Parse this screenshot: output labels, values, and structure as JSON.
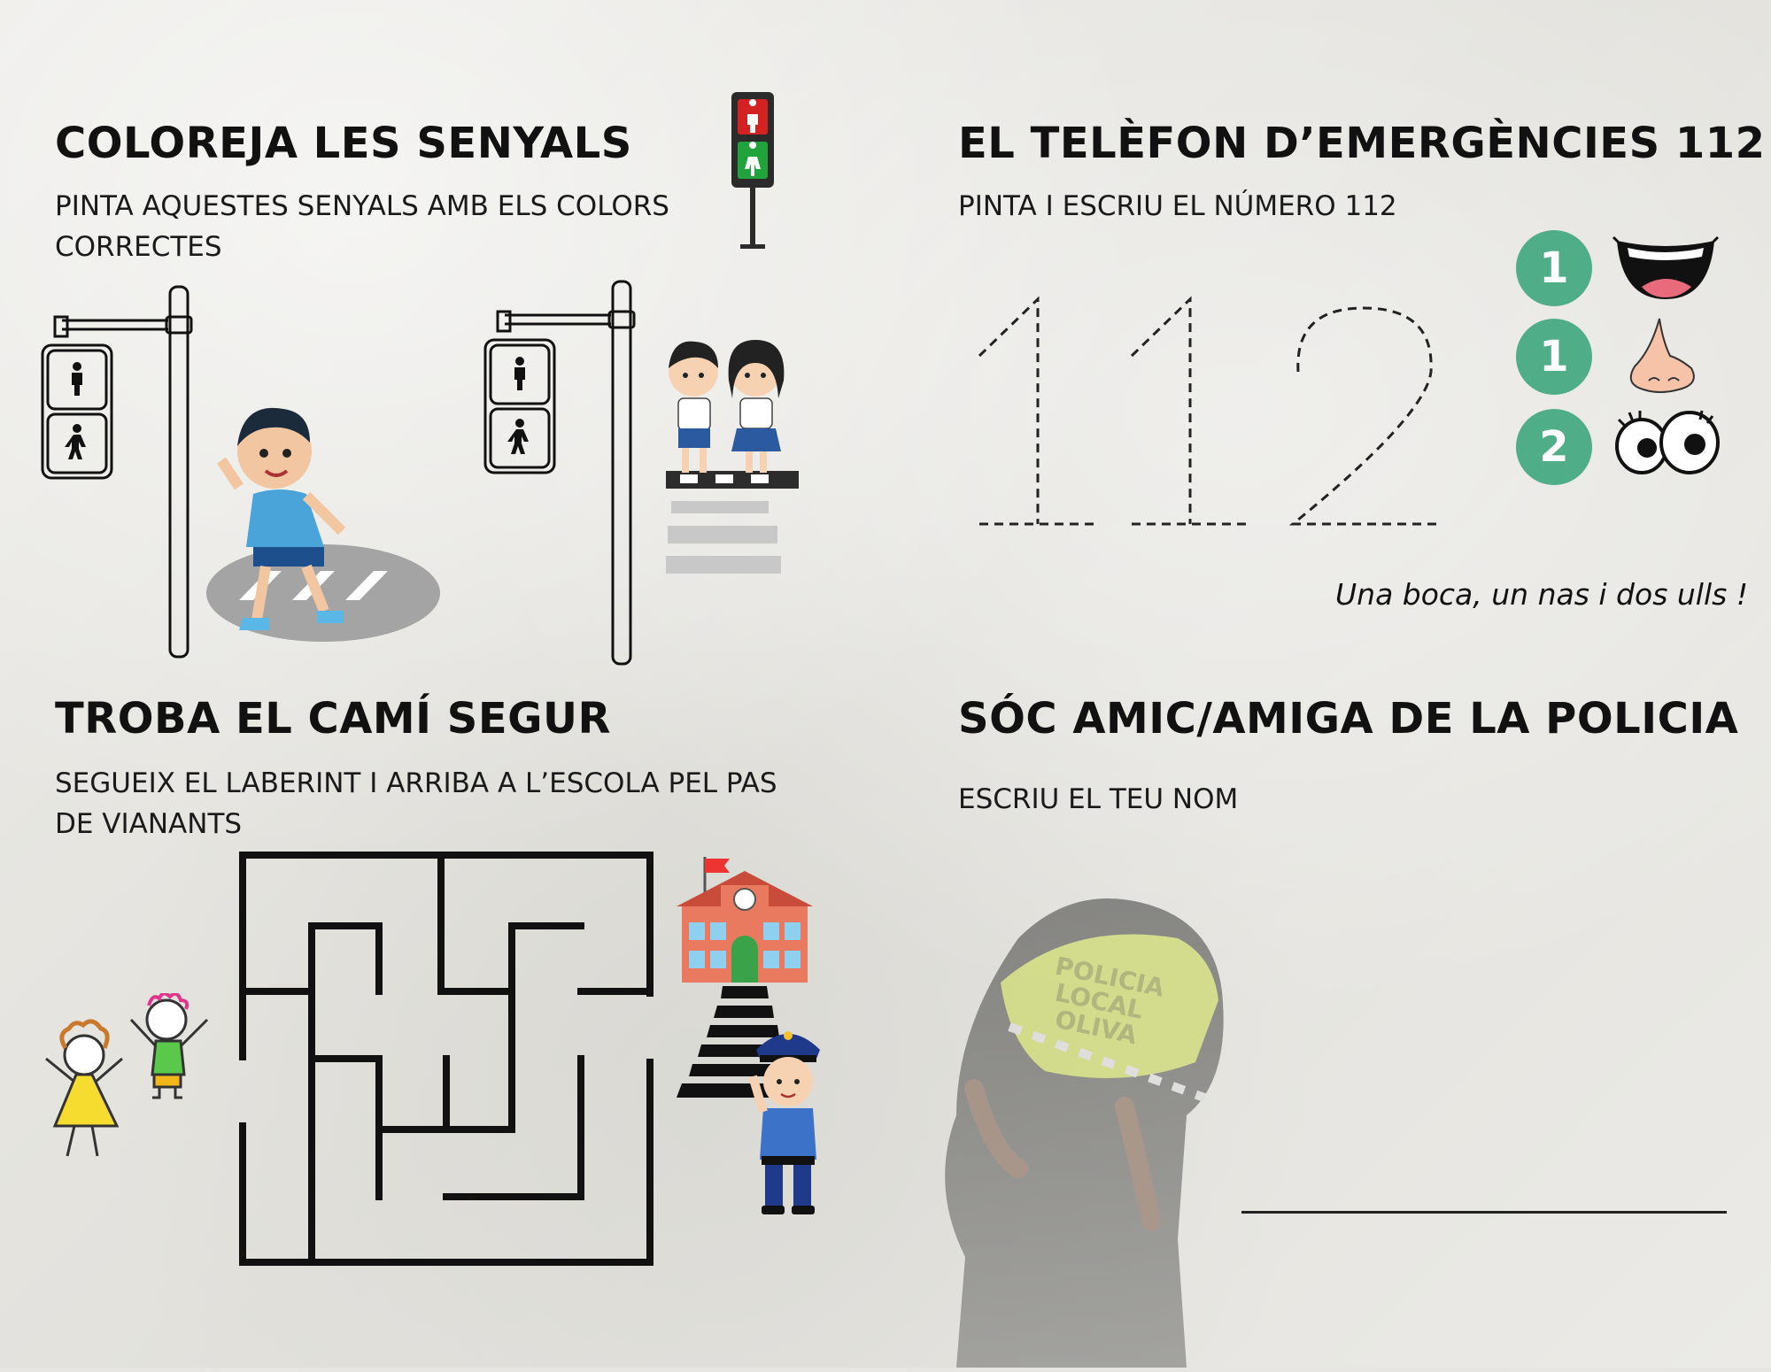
{
  "colors": {
    "background": "#e7e6e2",
    "text": "#111111",
    "accent_green": "#4fad88"
  },
  "sections": {
    "signals": {
      "title": "COLOREJA LES SENYALS",
      "instruction": "PINTA AQUESTES SENYALS AMB ELS COLORS CORRECTES"
    },
    "emergency": {
      "title": "EL TELÈFON D’EMERGÈNCIES 112",
      "instruction": "PINTA I ESCRIU EL NÚMERO 112",
      "traced_digits": [
        "1",
        "1",
        "2"
      ],
      "hint_numbers": [
        "1",
        "1",
        "2"
      ],
      "hint_icons": [
        "mouth-icon",
        "nose-icon",
        "eyes-icon"
      ],
      "caption": "Una boca, un nas i dos ulls !"
    },
    "maze": {
      "title": "TROBA EL CAMÍ SEGUR",
      "instruction": "SEGUEIX EL LABERINT I ARRIBA A L’ESCOLA PEL PAS DE VIANANTS"
    },
    "police": {
      "title": "SÓC AMIC/AMIGA DE LA POLICIA",
      "instruction": "ESCRIU EL TEU NOM",
      "vest_text": [
        "POLICIA",
        "LOCAL",
        "OLIVA"
      ]
    }
  }
}
